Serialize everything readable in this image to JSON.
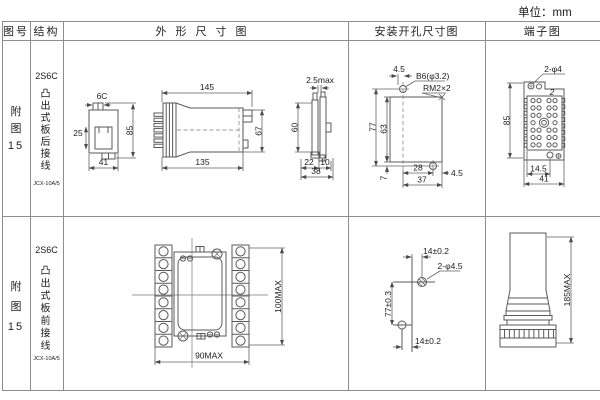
{
  "unit_label": "单位：mm",
  "header": {
    "col_fig": "图号",
    "col_structure": "结构",
    "col_outline": "外形尺寸图",
    "col_mounting": "安装开孔尺寸图",
    "col_terminal": "端子图"
  },
  "rows": [
    {
      "fig_char_1": "附",
      "fig_char_2": "图",
      "fig_num": "15",
      "model": "2S6C",
      "structure": "凸出式板后接线",
      "type_code": "JCX-10A/5",
      "outline": {
        "front_top": "6C",
        "front_left": "25",
        "front_right": "85",
        "front_bottom": "41",
        "side_top": "145",
        "side_bottom": "135",
        "side_right": "67",
        "panel_top": "2.5max",
        "panel_left": "60",
        "panel_b1": "22",
        "panel_b2": "10",
        "panel_b3": "38"
      },
      "mounting": {
        "top": "4.5",
        "hole": "B6(φ3.2)",
        "thread": "RM2×2",
        "left_outer": "77",
        "left_inner": "63",
        "left_bottom": "7",
        "bottom_inner": "28",
        "bottom_total": "37",
        "bottom_right": "4.5"
      },
      "terminal": {
        "hole": "2-φ4",
        "num": "2",
        "left": "85",
        "bottom_inner": "14.5",
        "bottom_total": "41"
      }
    },
    {
      "fig_char_1": "附",
      "fig_char_2": "图",
      "fig_num": "15",
      "model": "2S6C",
      "structure": "凸出式板前接线",
      "type_code": "JCX-10A/5",
      "outline": {
        "right": "100MAX",
        "bottom": "90MAX"
      },
      "mounting": {
        "top": "14±0.2",
        "hole": "2-φ4.5",
        "left": "77±0.3",
        "bottom": "14±0.2"
      },
      "terminal": {
        "right": "185MAX"
      }
    }
  ]
}
